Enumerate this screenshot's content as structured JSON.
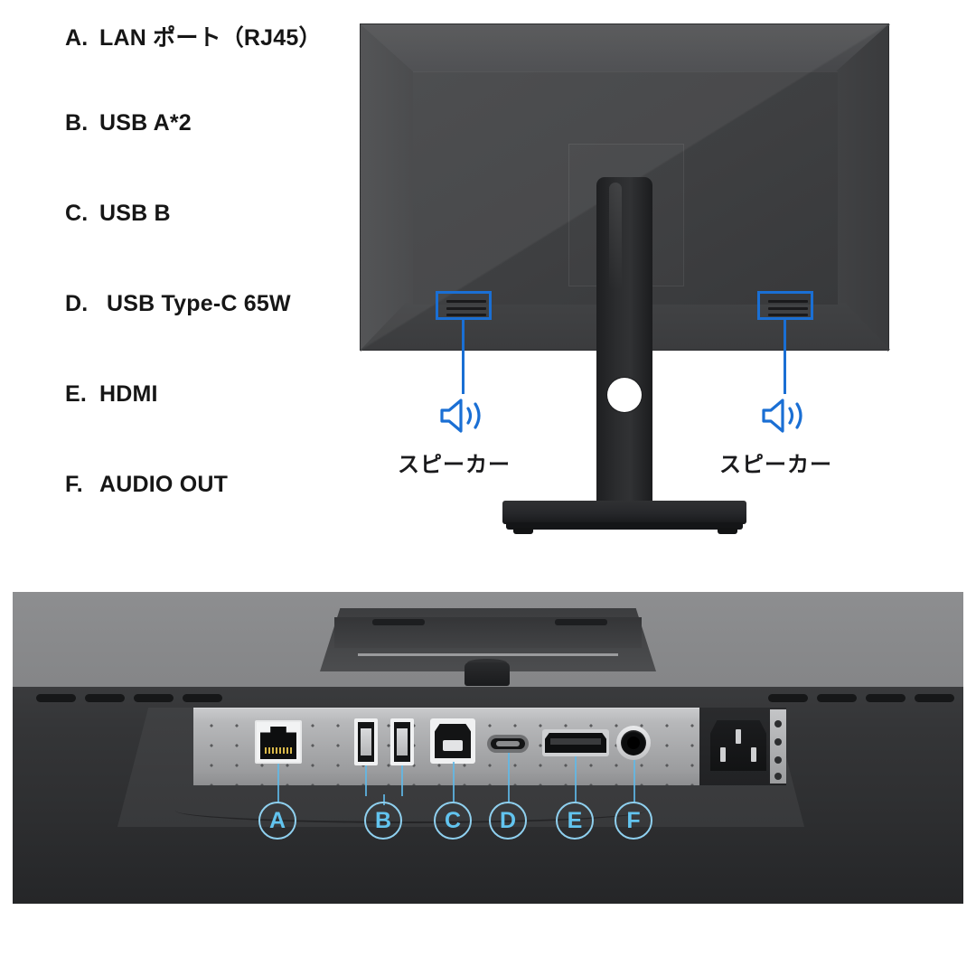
{
  "legend": {
    "items": [
      {
        "letter": "A.",
        "label": "LAN ポート（RJ45）"
      },
      {
        "letter": "B.",
        "label": "USB A*2"
      },
      {
        "letter": "C.",
        "label": "USB B"
      },
      {
        "letter": "D.",
        "label": "USB Type-C 65W"
      },
      {
        "letter": "E.",
        "label": "HDMI"
      },
      {
        "letter": "F.",
        "label": "AUDIO OUT"
      }
    ]
  },
  "monitor_rear": {
    "speaker_left": {
      "label": "スピーカー",
      "icon": "speaker-icon"
    },
    "speaker_right": {
      "label": "スピーカー",
      "icon": "speaker-icon"
    }
  },
  "port_panel": {
    "callouts": [
      {
        "letter": "A",
        "port": "rj45-port"
      },
      {
        "letter": "B",
        "port": "usb-a-port"
      },
      {
        "letter": "C",
        "port": "usb-b-port"
      },
      {
        "letter": "D",
        "port": "usb-c-port"
      },
      {
        "letter": "E",
        "port": "hdmi-port"
      },
      {
        "letter": "F",
        "port": "audio-out-port"
      }
    ]
  },
  "colors": {
    "accent_blue": "#1a6fd4",
    "callout_blue": "#62c4ef",
    "callout_ring": "#8fd0ef",
    "text_dark": "#161616",
    "chassis_dark": "#2e2f31",
    "plate_silver": "#a9aaac"
  }
}
